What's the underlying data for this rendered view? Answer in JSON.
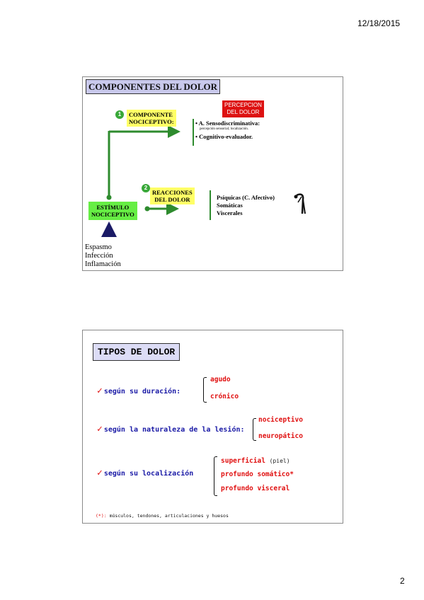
{
  "header": {
    "date": "12/18/2015"
  },
  "footer": {
    "page_number": "2"
  },
  "slide1": {
    "title": "COMPONENTES DEL DOLOR",
    "step1_number": "1",
    "componente_line1": "COMPONENTE",
    "componente_line2": "NOCICEPTIVO:",
    "percepcion_line1": "PERCEPCION",
    "percepcion_line2": "DEL DOLOR",
    "bullet1": "• A. Sensodiscriminativa:",
    "bullet1_detail": "percepción sensorial; localización.",
    "bullet2": "• Cognitivo-evaluador.",
    "step2_number": "2",
    "reacciones_line1": "REACCIONES",
    "reacciones_line2": "DEL DOLOR",
    "reaction1": "Psíquicas (C. Afectivo)",
    "reaction2": "Somáticas",
    "reaction3": "Viscerales",
    "estimulo_line1": "ESTÍMULO",
    "estimulo_line2": "NOCICEPTIVO",
    "causes": [
      "Espasmo",
      "Infección",
      "Inflamación"
    ],
    "colors": {
      "green": "#2e8b2e",
      "yellow": "#ffff66",
      "red": "#dd1111",
      "navy": "#1a1a66"
    }
  },
  "slide2": {
    "title": "TIPOS DE DOLOR",
    "check_mark": "✓",
    "cat1": "según su duración:",
    "cat1_items": [
      "agudo",
      "crónico"
    ],
    "cat2": "según la naturaleza de la lesión:",
    "cat2_items": [
      "nociceptivo",
      "neuropático"
    ],
    "cat3": "según su localización",
    "cat3_items": [
      "superficial",
      "profundo somático*",
      "profundo visceral"
    ],
    "cat3_item1_note": "(piel)",
    "footnote_mark": "(*):",
    "footnote": "músculos, tendones, articulaciones y huesos",
    "colors": {
      "category": "#1a1aa6",
      "item": "#e01010"
    }
  }
}
